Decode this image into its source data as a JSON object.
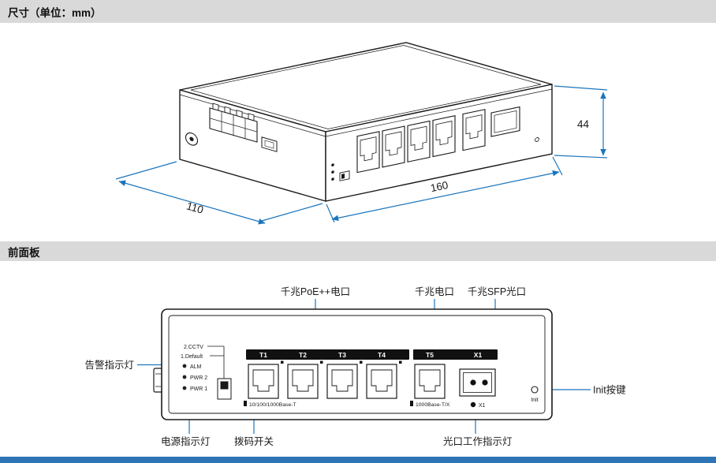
{
  "sections": {
    "dimensions_title": "尺寸（单位：mm）",
    "front_panel_title": "前面板"
  },
  "dimensions": {
    "height_mm": "44",
    "depth_mm": "110",
    "width_mm": "160"
  },
  "front_panel": {
    "callout_poe_ports": "千兆PoE++电口",
    "callout_ge_port": "千兆电口",
    "callout_sfp_port": "千兆SFP光口",
    "callout_alarm_led": "告警指示灯",
    "callout_power_led": "电源指示灯",
    "callout_dip_switch": "拨码开关",
    "callout_optical_led": "光口工作指示灯",
    "callout_init_button": "Init按键",
    "dip_pos2": "2.CCTV",
    "dip_pos1": "1.Default",
    "led_alm": "ALM",
    "led_pwr2": "PWR 2",
    "led_pwr1": "PWR 1",
    "ports": [
      "T1",
      "T2",
      "T3",
      "T4",
      "T5",
      "X1"
    ],
    "label_copper": "10/100/1000Base-T",
    "label_uplink": "1000Base-T/X",
    "label_x1": "X1",
    "label_init": "Init"
  },
  "colors": {
    "accent_blue": "#1b75bc",
    "header_gray": "#d9d9d9",
    "footer_blue": "#2e75b6",
    "line_black": "#1a1a1a"
  }
}
